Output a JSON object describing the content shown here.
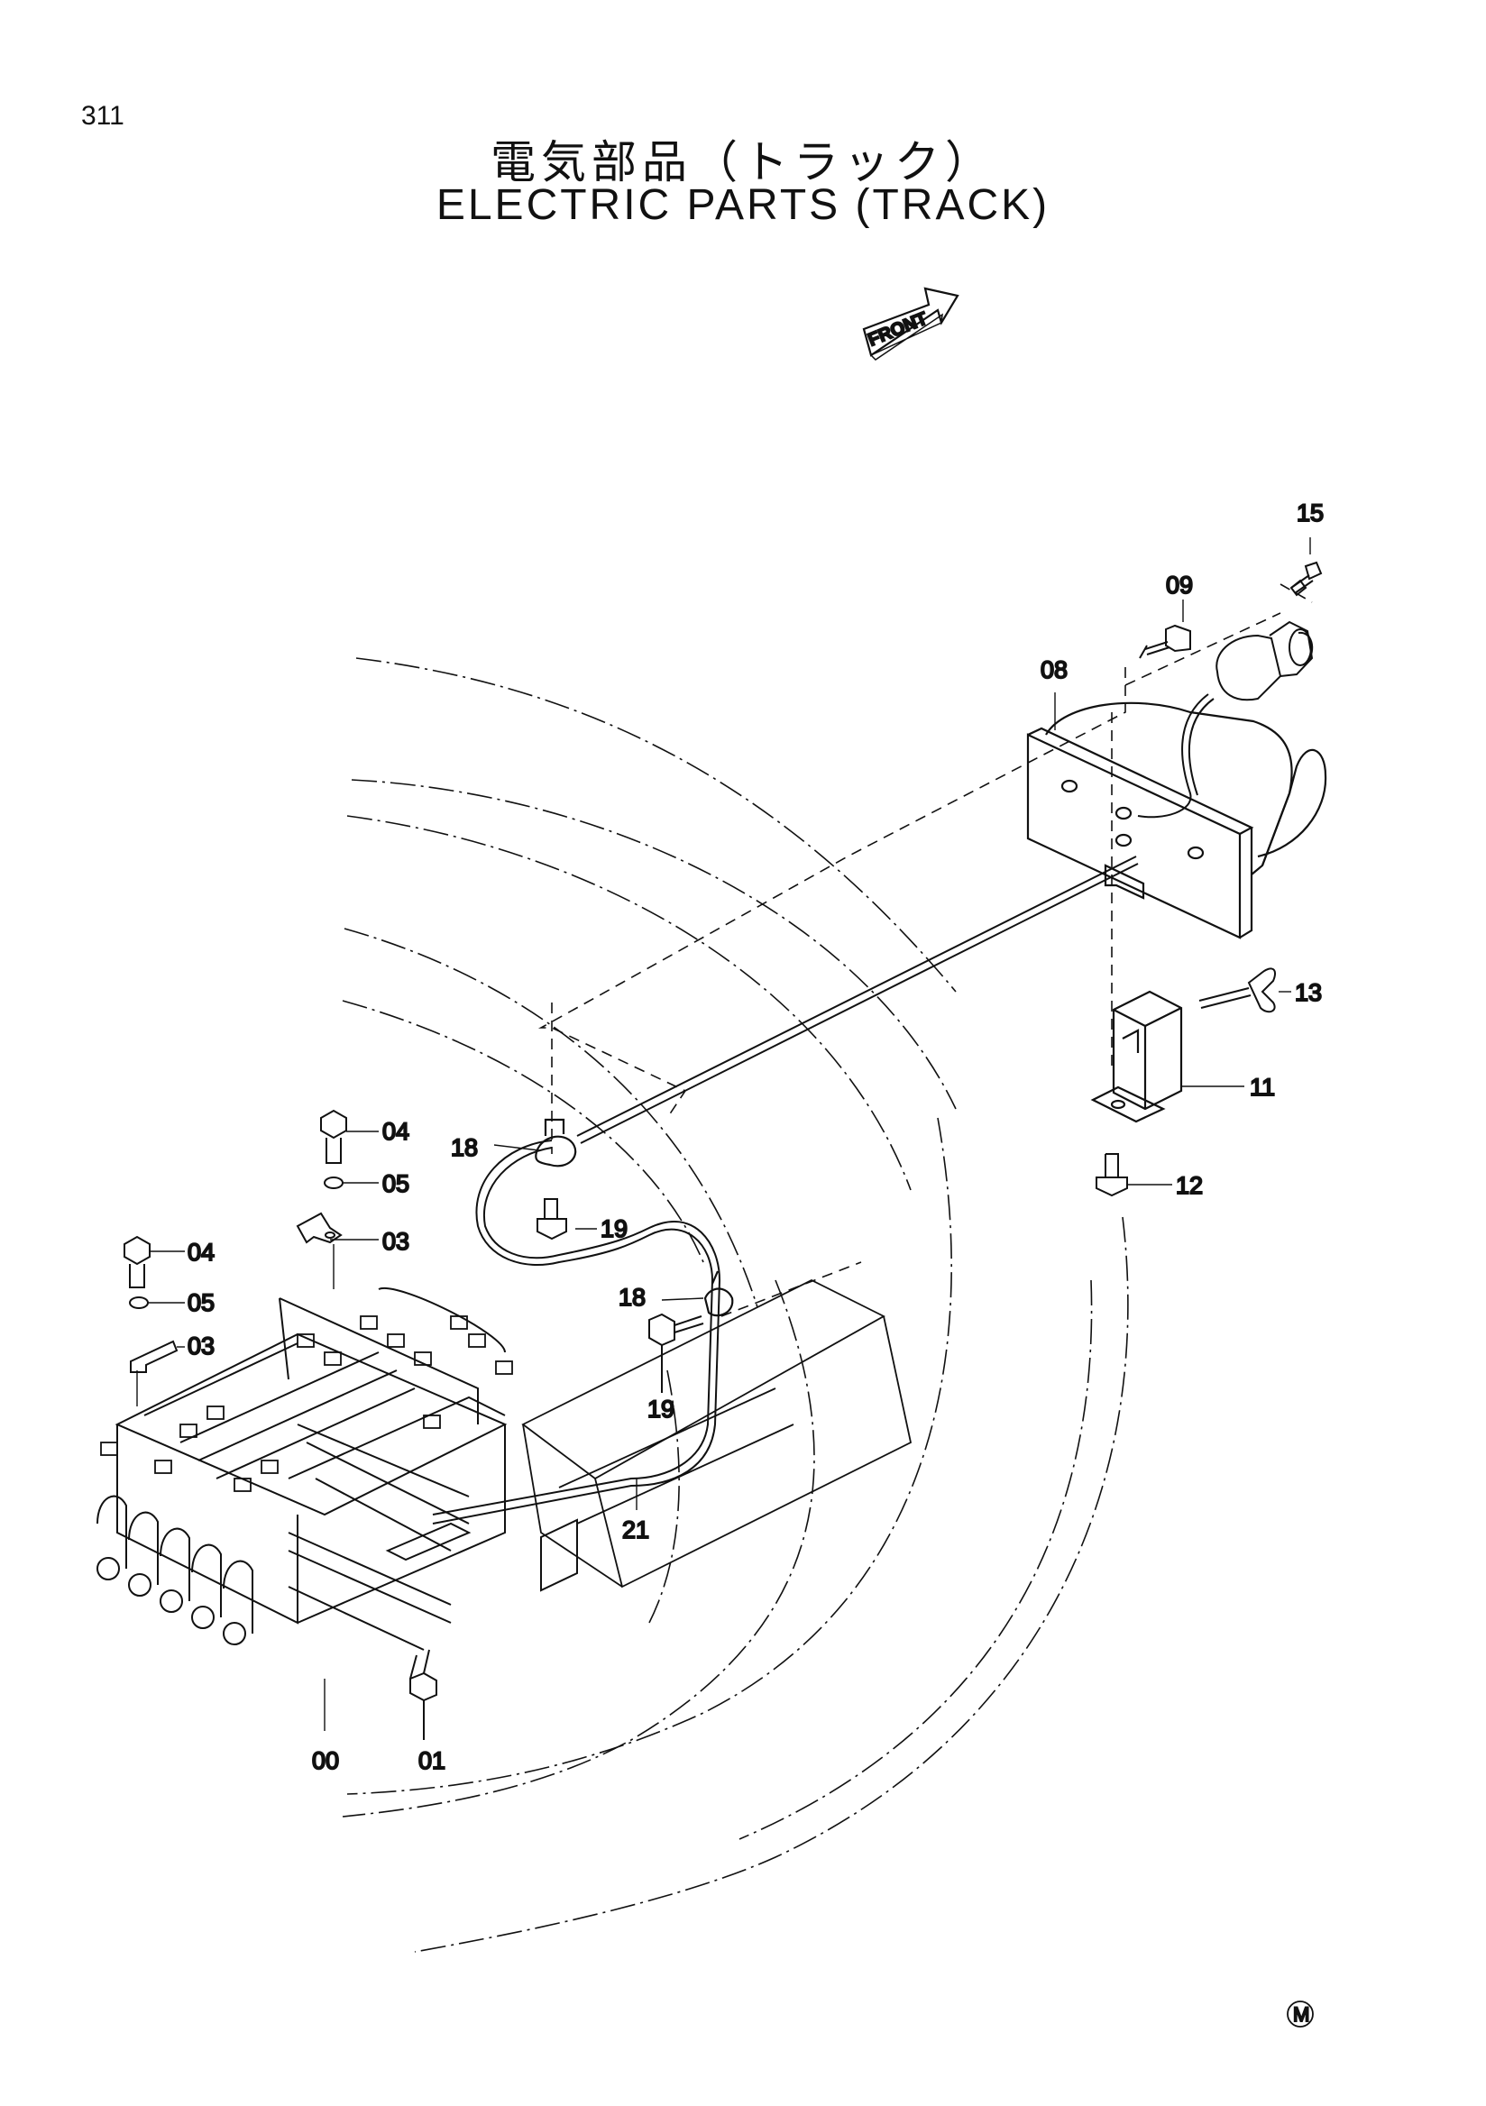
{
  "page": {
    "number": "311"
  },
  "title": {
    "japanese": "電気部品（トラック）",
    "english": "ELECTRIC PARTS (TRACK)"
  },
  "direction_marker": {
    "label": "FRONT"
  },
  "part_labels": {
    "p15": "15",
    "p09": "09",
    "p08": "08",
    "p13": "13",
    "p11": "11",
    "p12": "12",
    "p18a": "18",
    "p18b": "18",
    "p19a": "19",
    "p19b": "19",
    "p04a": "04",
    "p05a": "05",
    "p03a": "03",
    "p04b": "04",
    "p05b": "05",
    "p03b": "03",
    "p21": "21",
    "p00": "00",
    "p01": "01"
  },
  "footer_mark": "M"
}
